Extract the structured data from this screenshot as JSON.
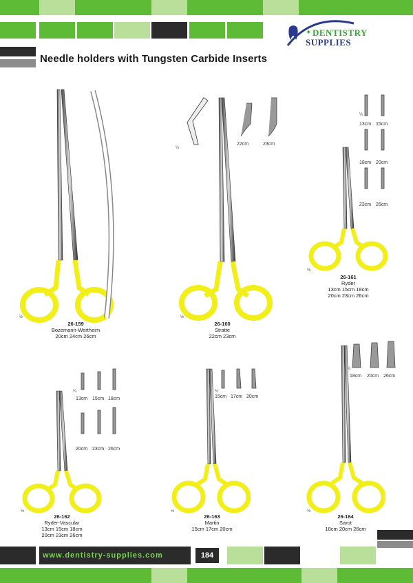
{
  "colors": {
    "green": "#5dbb36",
    "light_green": "#b9df9a",
    "dark": "#2b2b2b",
    "handle_yellow": "#f2ee1a"
  },
  "logo": {
    "line1": "DENTISTRY",
    "line2": "SUPPLIES"
  },
  "page_title": "Needle holders with Tungsten Carbide Inserts",
  "products": [
    {
      "code": "26-159",
      "name": "Bozemann-Wertheim",
      "sizes": "20cm  24cm  26cm",
      "scale": "½",
      "tips": []
    },
    {
      "code": "26-160",
      "name": "Stratte",
      "sizes": "22cm     23cm",
      "scale": "½",
      "detail_scale": "¼",
      "tips": [
        "22cm",
        "23cm"
      ]
    },
    {
      "code": "26-161",
      "name": "Ryder",
      "sizes": "13cm  15cm  18cm",
      "sizes2": "20cm  23cm  26cm",
      "scale": "½",
      "tip_scale": "¼",
      "tips": [
        "13cm",
        "15cm",
        "18cm",
        "20cm",
        "23cm",
        "26cm"
      ]
    },
    {
      "code": "26-162",
      "name": "Ryder-Vascular",
      "sizes": "13cm  15cm  18cm",
      "sizes2": "20cm  23cm  26cm",
      "scale": "½",
      "tip_scale": "¼",
      "tips": [
        "13cm",
        "15cm",
        "18cm",
        "20cm",
        "23cm",
        "26cm"
      ]
    },
    {
      "code": "26-163",
      "name": "Martin",
      "sizes": "15cm  17cm  20cm",
      "scale": "½",
      "tip_scale": "¾",
      "tips": [
        "15cm",
        "17cm",
        "20cm"
      ]
    },
    {
      "code": "26-164",
      "name": "Sarot",
      "sizes": "18cm  20cm  26cm",
      "scale": "½",
      "tip_scale": "¼",
      "tips": [
        "18cm",
        "20cm",
        "26cm"
      ]
    }
  ],
  "footer": {
    "url": "www.dentistry-supplies.com",
    "page_number": "184"
  }
}
